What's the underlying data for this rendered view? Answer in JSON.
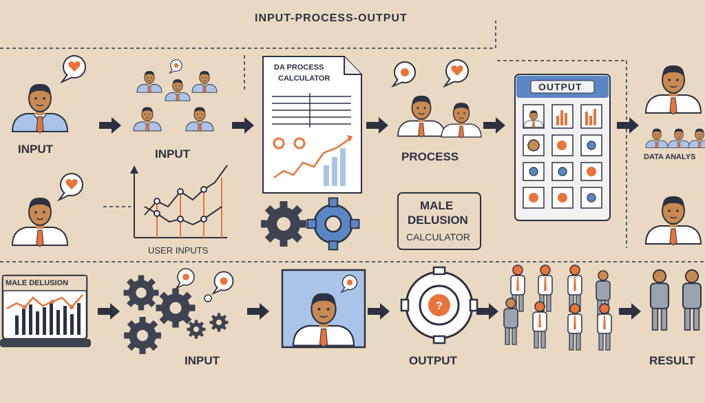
{
  "title": "INPUT-PROCESS-OUTPUT",
  "labels": {
    "input_1": "INPUT",
    "input_2": "INPUT",
    "user_inputs": "USER INPUTS",
    "doc_line1": "DA  PROCESS",
    "doc_line2": "CALCULATOR",
    "process": "PROCESS",
    "male_box_line1": "MALE",
    "male_box_line2": "DELUSION",
    "male_box_line3": "CALCULATOR",
    "output_panel": "OUTPUT",
    "data_analysis": "DATA ANALYS",
    "laptop": "MALE DELUSION",
    "input_3": "INPUT",
    "output_bottom": "OUTPUT",
    "result": "RESULT"
  },
  "colors": {
    "background": "#ead9c2",
    "orange": "#e8743b",
    "navy": "#2b3140",
    "blue": "#5b86c4",
    "gear": "#3d4350",
    "shirt_blue": "#a9c4e8",
    "skin": "#c98a52"
  }
}
